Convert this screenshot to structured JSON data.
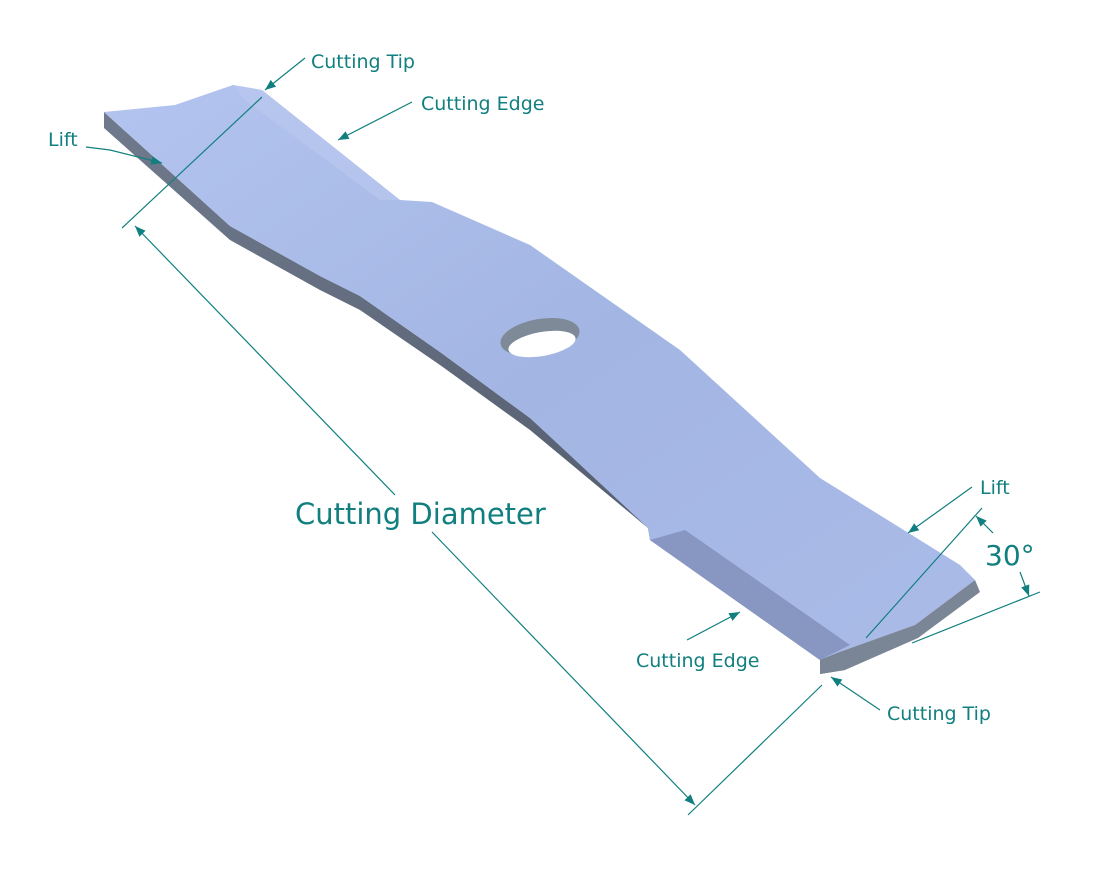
{
  "diagram": {
    "subject": "Lawn mower blade",
    "colors": {
      "annotation": "#117f7f",
      "blade_top": "#a6b8e4",
      "blade_top_light": "#b2c3ee",
      "blade_side_dark": "#545e6e",
      "blade_side_mid": "#7c8898",
      "blade_edge_bevel": "#8896c2"
    },
    "labels": {
      "cutting_tip_top": "Cutting Tip",
      "cutting_edge_top": "Cutting Edge",
      "lift_left": "Lift",
      "cutting_diameter": "Cutting Diameter",
      "lift_right": "Lift",
      "angle": "30°",
      "cutting_edge_bottom": "Cutting Edge",
      "cutting_tip_bottom": "Cutting Tip"
    }
  }
}
